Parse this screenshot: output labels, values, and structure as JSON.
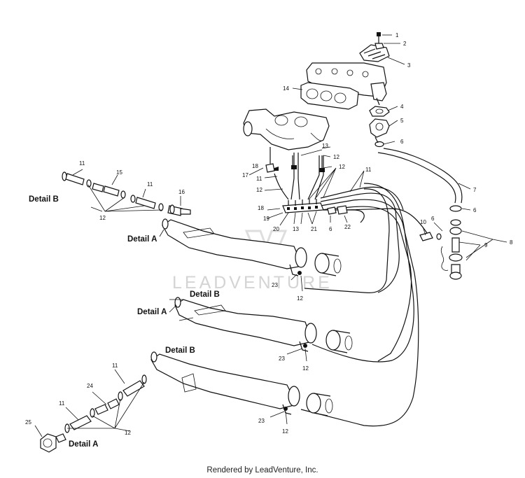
{
  "watermark": "LEADVENTURE",
  "caption": "Rendered by LeadVenture, Inc.",
  "detail_labels": {
    "detail_b": "Detail B",
    "detail_a": "Detail A"
  },
  "callouts": {
    "c1": "1",
    "c2": "2",
    "c3": "3",
    "c4": "4",
    "c5": "5",
    "c6": "6",
    "c7": "7",
    "c8": "8",
    "c9": "9",
    "c10": "10",
    "c11": "11",
    "c12": "12",
    "c13": "13",
    "c14": "14",
    "c15": "15",
    "c16": "16",
    "c17": "17",
    "c18": "18",
    "c19": "19",
    "c20": "20",
    "c21": "21",
    "c22": "22",
    "c23": "23",
    "c24": "24",
    "c25": "25"
  }
}
